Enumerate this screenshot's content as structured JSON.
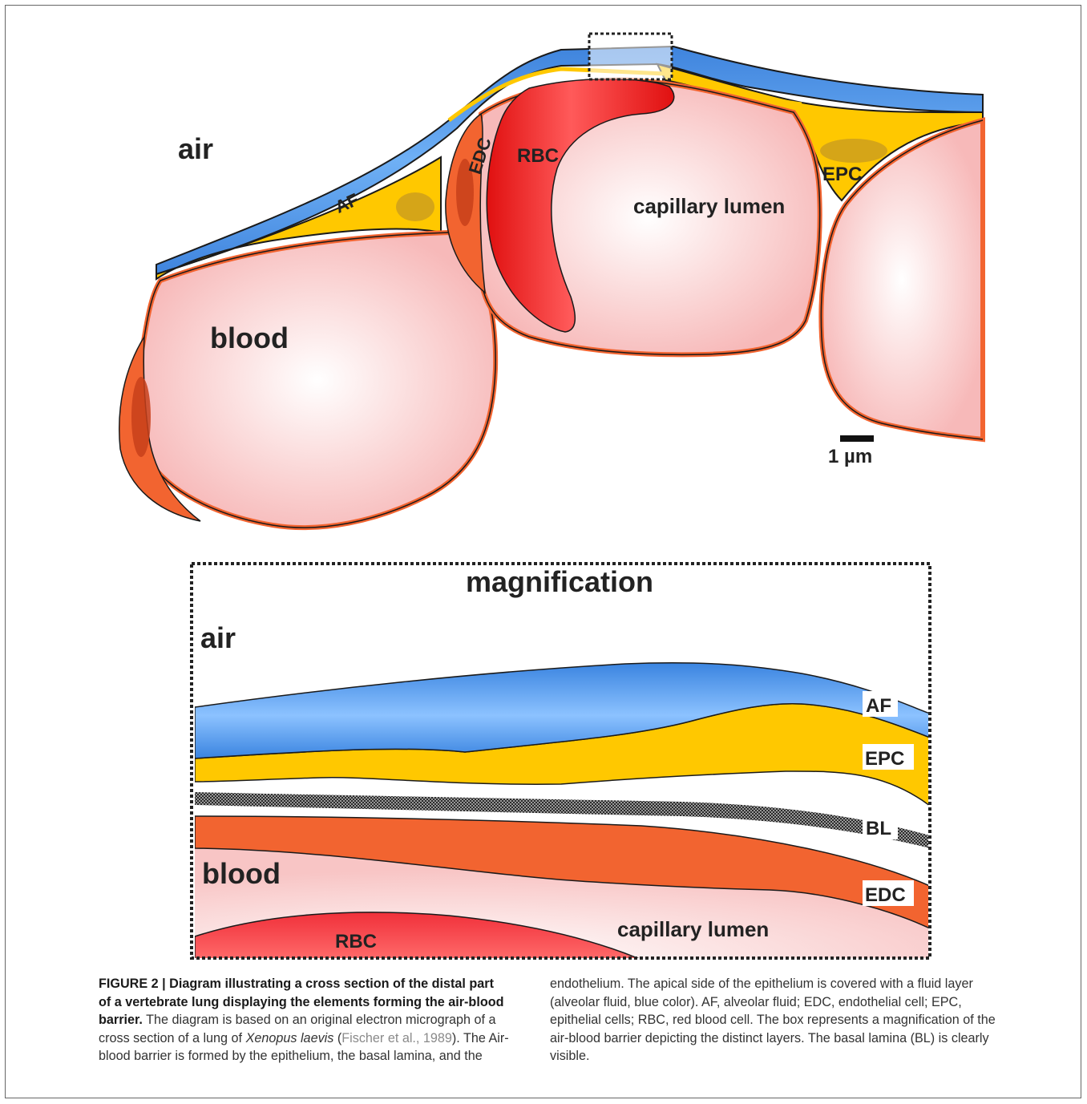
{
  "top_diagram": {
    "air": "air",
    "blood": "blood",
    "af": "AF",
    "edc": "EDC",
    "rbc": "RBC",
    "epc": "EPC",
    "capillary_lumen": "capillary lumen",
    "scale_bar": "1 µm"
  },
  "magnification": {
    "title": "magnification",
    "air": "air",
    "blood": "blood",
    "af": "AF",
    "epc": "EPC",
    "bl": "BL",
    "edc": "EDC",
    "rbc": "RBC",
    "capillary_lumen": "capillary lumen"
  },
  "colors": {
    "alveolar_fluid": "#4a90e2",
    "epithelial_cell": "#ffc800",
    "endothelial_cell": "#f26430",
    "red_blood_cell": "#e8202a",
    "capillary_lumen": "#fbd3d3"
  },
  "caption": {
    "bold": "FIGURE 2 | Diagram illustrating a cross section of the distal part of a vertebrate lung displaying the elements forming the air-blood barrier.",
    "t1": " The diagram is based on an original electron micrograph of a cross section of a lung of ",
    "species": "Xenopus laevis",
    "t2": " (",
    "ref": "Fischer et al., 1989",
    "t3": "). The Air-blood barrier is formed by the epithelium, the basal lamina, and the",
    "right": "endothelium. The apical side of the epithelium is covered with a fluid layer (alveolar fluid, blue color). AF, alveolar fluid; EDC, endothelial cell; EPC, epithelial cells; RBC, red blood cell. The box represents a magnification of the air-blood barrier depicting the distinct layers. The basal lamina (BL) is clearly visible."
  }
}
